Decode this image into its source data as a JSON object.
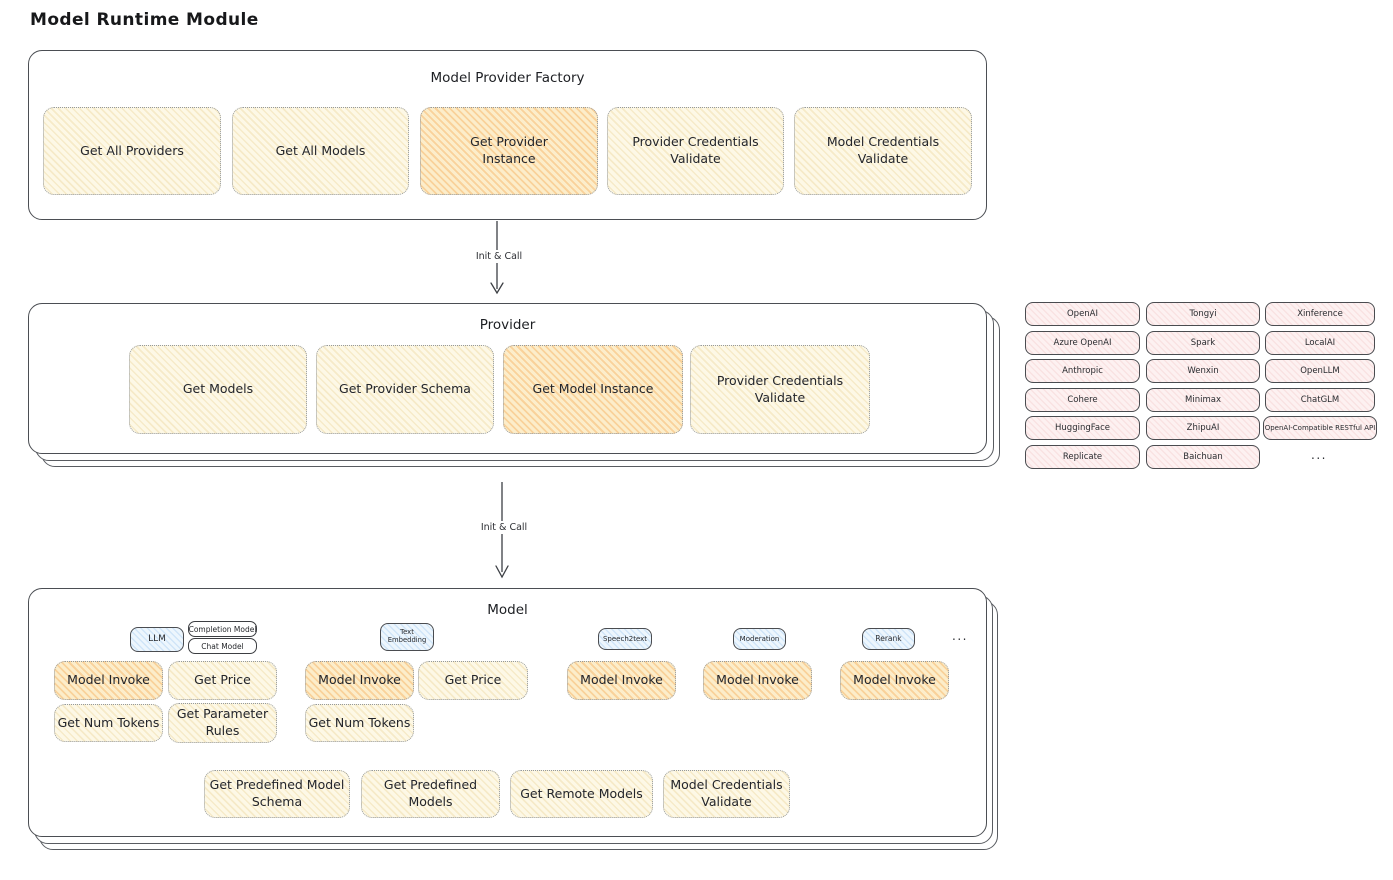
{
  "page": {
    "title": "Model Runtime Module"
  },
  "arrows": [
    {
      "label": "Init & Call"
    },
    {
      "label": "Init & Call"
    }
  ],
  "factory": {
    "title": "Model Provider Factory",
    "buttons": [
      {
        "label": "Get All Providers",
        "highlighted": false
      },
      {
        "label": "Get All Models",
        "highlighted": false
      },
      {
        "label": "Get Provider\nInstance",
        "highlighted": true
      },
      {
        "label": "Provider Credentials\nValidate",
        "highlighted": false
      },
      {
        "label": "Model Credentials\nValidate",
        "highlighted": false
      }
    ]
  },
  "provider": {
    "title": "Provider",
    "buttons": [
      {
        "label": "Get Models",
        "highlighted": false
      },
      {
        "label": "Get Provider Schema",
        "highlighted": false
      },
      {
        "label": "Get Model Instance",
        "highlighted": true
      },
      {
        "label": "Provider Credentials\nValidate",
        "highlighted": false
      }
    ],
    "implementations": {
      "columns": [
        [
          "OpenAI",
          "Azure OpenAI",
          "Anthropic",
          "Cohere",
          "HuggingFace",
          "Replicate"
        ],
        [
          "Tongyi",
          "Spark",
          "Wenxin",
          "Minimax",
          "ZhipuAI",
          "Baichuan"
        ],
        [
          "Xinference",
          "LocalAI",
          "OpenLLM",
          "ChatGLM",
          "OpenAI-Compatible RESTful API"
        ]
      ],
      "more": "..."
    }
  },
  "model": {
    "title": "Model",
    "groups": [
      {
        "tag": "LLM",
        "sub_tags": [
          "Completion Model",
          "Chat Model"
        ],
        "buttons": [
          {
            "label": "Model Invoke",
            "highlighted": true
          },
          {
            "label": "Get Price",
            "highlighted": false
          },
          {
            "label": "Get Num Tokens",
            "highlighted": false
          },
          {
            "label": "Get Parameter\nRules",
            "highlighted": false
          }
        ]
      },
      {
        "tag": "Text\nEmbedding",
        "buttons": [
          {
            "label": "Model Invoke",
            "highlighted": true
          },
          {
            "label": "Get Price",
            "highlighted": false
          },
          {
            "label": "Get Num Tokens",
            "highlighted": false
          }
        ]
      },
      {
        "tag": "Speech2text",
        "buttons": [
          {
            "label": "Model Invoke",
            "highlighted": true
          }
        ]
      },
      {
        "tag": "Moderation",
        "buttons": [
          {
            "label": "Model Invoke",
            "highlighted": true
          }
        ]
      },
      {
        "tag": "Rerank",
        "buttons": [
          {
            "label": "Model Invoke",
            "highlighted": true
          }
        ]
      }
    ],
    "more": "...",
    "shared_buttons": [
      {
        "label": "Get Predefined Model\nSchema"
      },
      {
        "label": "Get Predefined\nModels"
      },
      {
        "label": "Get Remote Models"
      },
      {
        "label": "Model Credentials\nValidate"
      }
    ]
  },
  "colors": {
    "node_yellow": "#fdf8e6",
    "node_highlight_orange": "#fcedca",
    "provider_pink": "#fdf1f1",
    "model_type_blue": "#edf6fd",
    "stroke_dark": "#4b4e53"
  }
}
